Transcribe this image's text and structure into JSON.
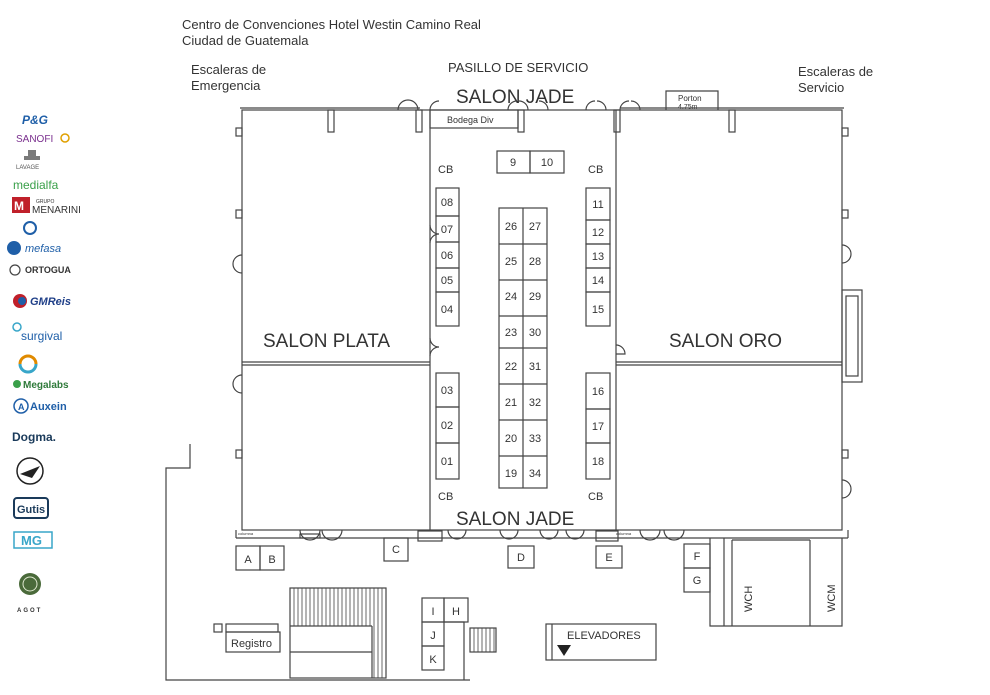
{
  "header": {
    "venue_line1": "Centro de Convenciones Hotel Westin Camino Real",
    "venue_line2": "Ciudad de Guatemala"
  },
  "labels": {
    "escaleras_emergencia_1": "Escaleras de",
    "escaleras_emergencia_2": "Emergencia",
    "pasillo_servicio": "PASILLO DE SERVICIO",
    "escaleras_servicio_1": "Escaleras de",
    "escaleras_servicio_2": "Servicio",
    "salon_jade_top": "SALON JADE",
    "salon_jade_bottom": "SALON JADE",
    "porton_1": "Porton",
    "porton_2": "4.75m",
    "bodega": "Bodega Div",
    "salon_plata": "SALON PLATA",
    "salon_oro": "SALON ORO",
    "cb": "CB",
    "registro": "Registro",
    "elevadores": "ELEVADORES",
    "wch": "WCH",
    "wcm": "WCM",
    "columna": "columna"
  },
  "booths": {
    "b01": "01",
    "b02": "02",
    "b03": "03",
    "b04": "04",
    "b05": "05",
    "b06": "06",
    "b07": "07",
    "b08": "08",
    "b09": "9",
    "b10": "10",
    "b11": "11",
    "b12": "12",
    "b13": "13",
    "b14": "14",
    "b15": "15",
    "b16": "16",
    "b17": "17",
    "b18": "18",
    "b19": "19",
    "b20": "20",
    "b21": "21",
    "b22": "22",
    "b23": "23",
    "b24": "24",
    "b25": "25",
    "b26": "26",
    "b27": "27",
    "b28": "28",
    "b29": "29",
    "b30": "30",
    "b31": "31",
    "b32": "32",
    "b33": "33",
    "b34": "34"
  },
  "exterior_booths": {
    "A": "A",
    "B": "B",
    "C": "C",
    "D": "D",
    "E": "E",
    "F": "F",
    "G": "G",
    "H": "H",
    "I": "I",
    "J": "J",
    "K": "K"
  },
  "sponsors": {
    "pg": "P&G",
    "sanofi": "SANOFI",
    "lavage": "LAVAGE",
    "medialfa": "medialfa",
    "grupo": "GRUPO",
    "menarini": "MENARINI",
    "mefasa": "mefasa",
    "ortogua": "ORTOGUA",
    "gmreis": "GMReis",
    "surgival": "surgival",
    "megalabs": "Megalabs",
    "auxein": "Auxein",
    "dogma": "Dogma.",
    "gutis": "Gutis",
    "mg": "MG",
    "agot": "AGOT"
  },
  "colors": {
    "line": "#444444",
    "text": "#333333",
    "sanofi_purple": "#7a2f8e",
    "medialfa_green": "#3aa04a",
    "blue": "#1f5fa8",
    "red": "#c0202a",
    "teal": "#38a6c9"
  }
}
